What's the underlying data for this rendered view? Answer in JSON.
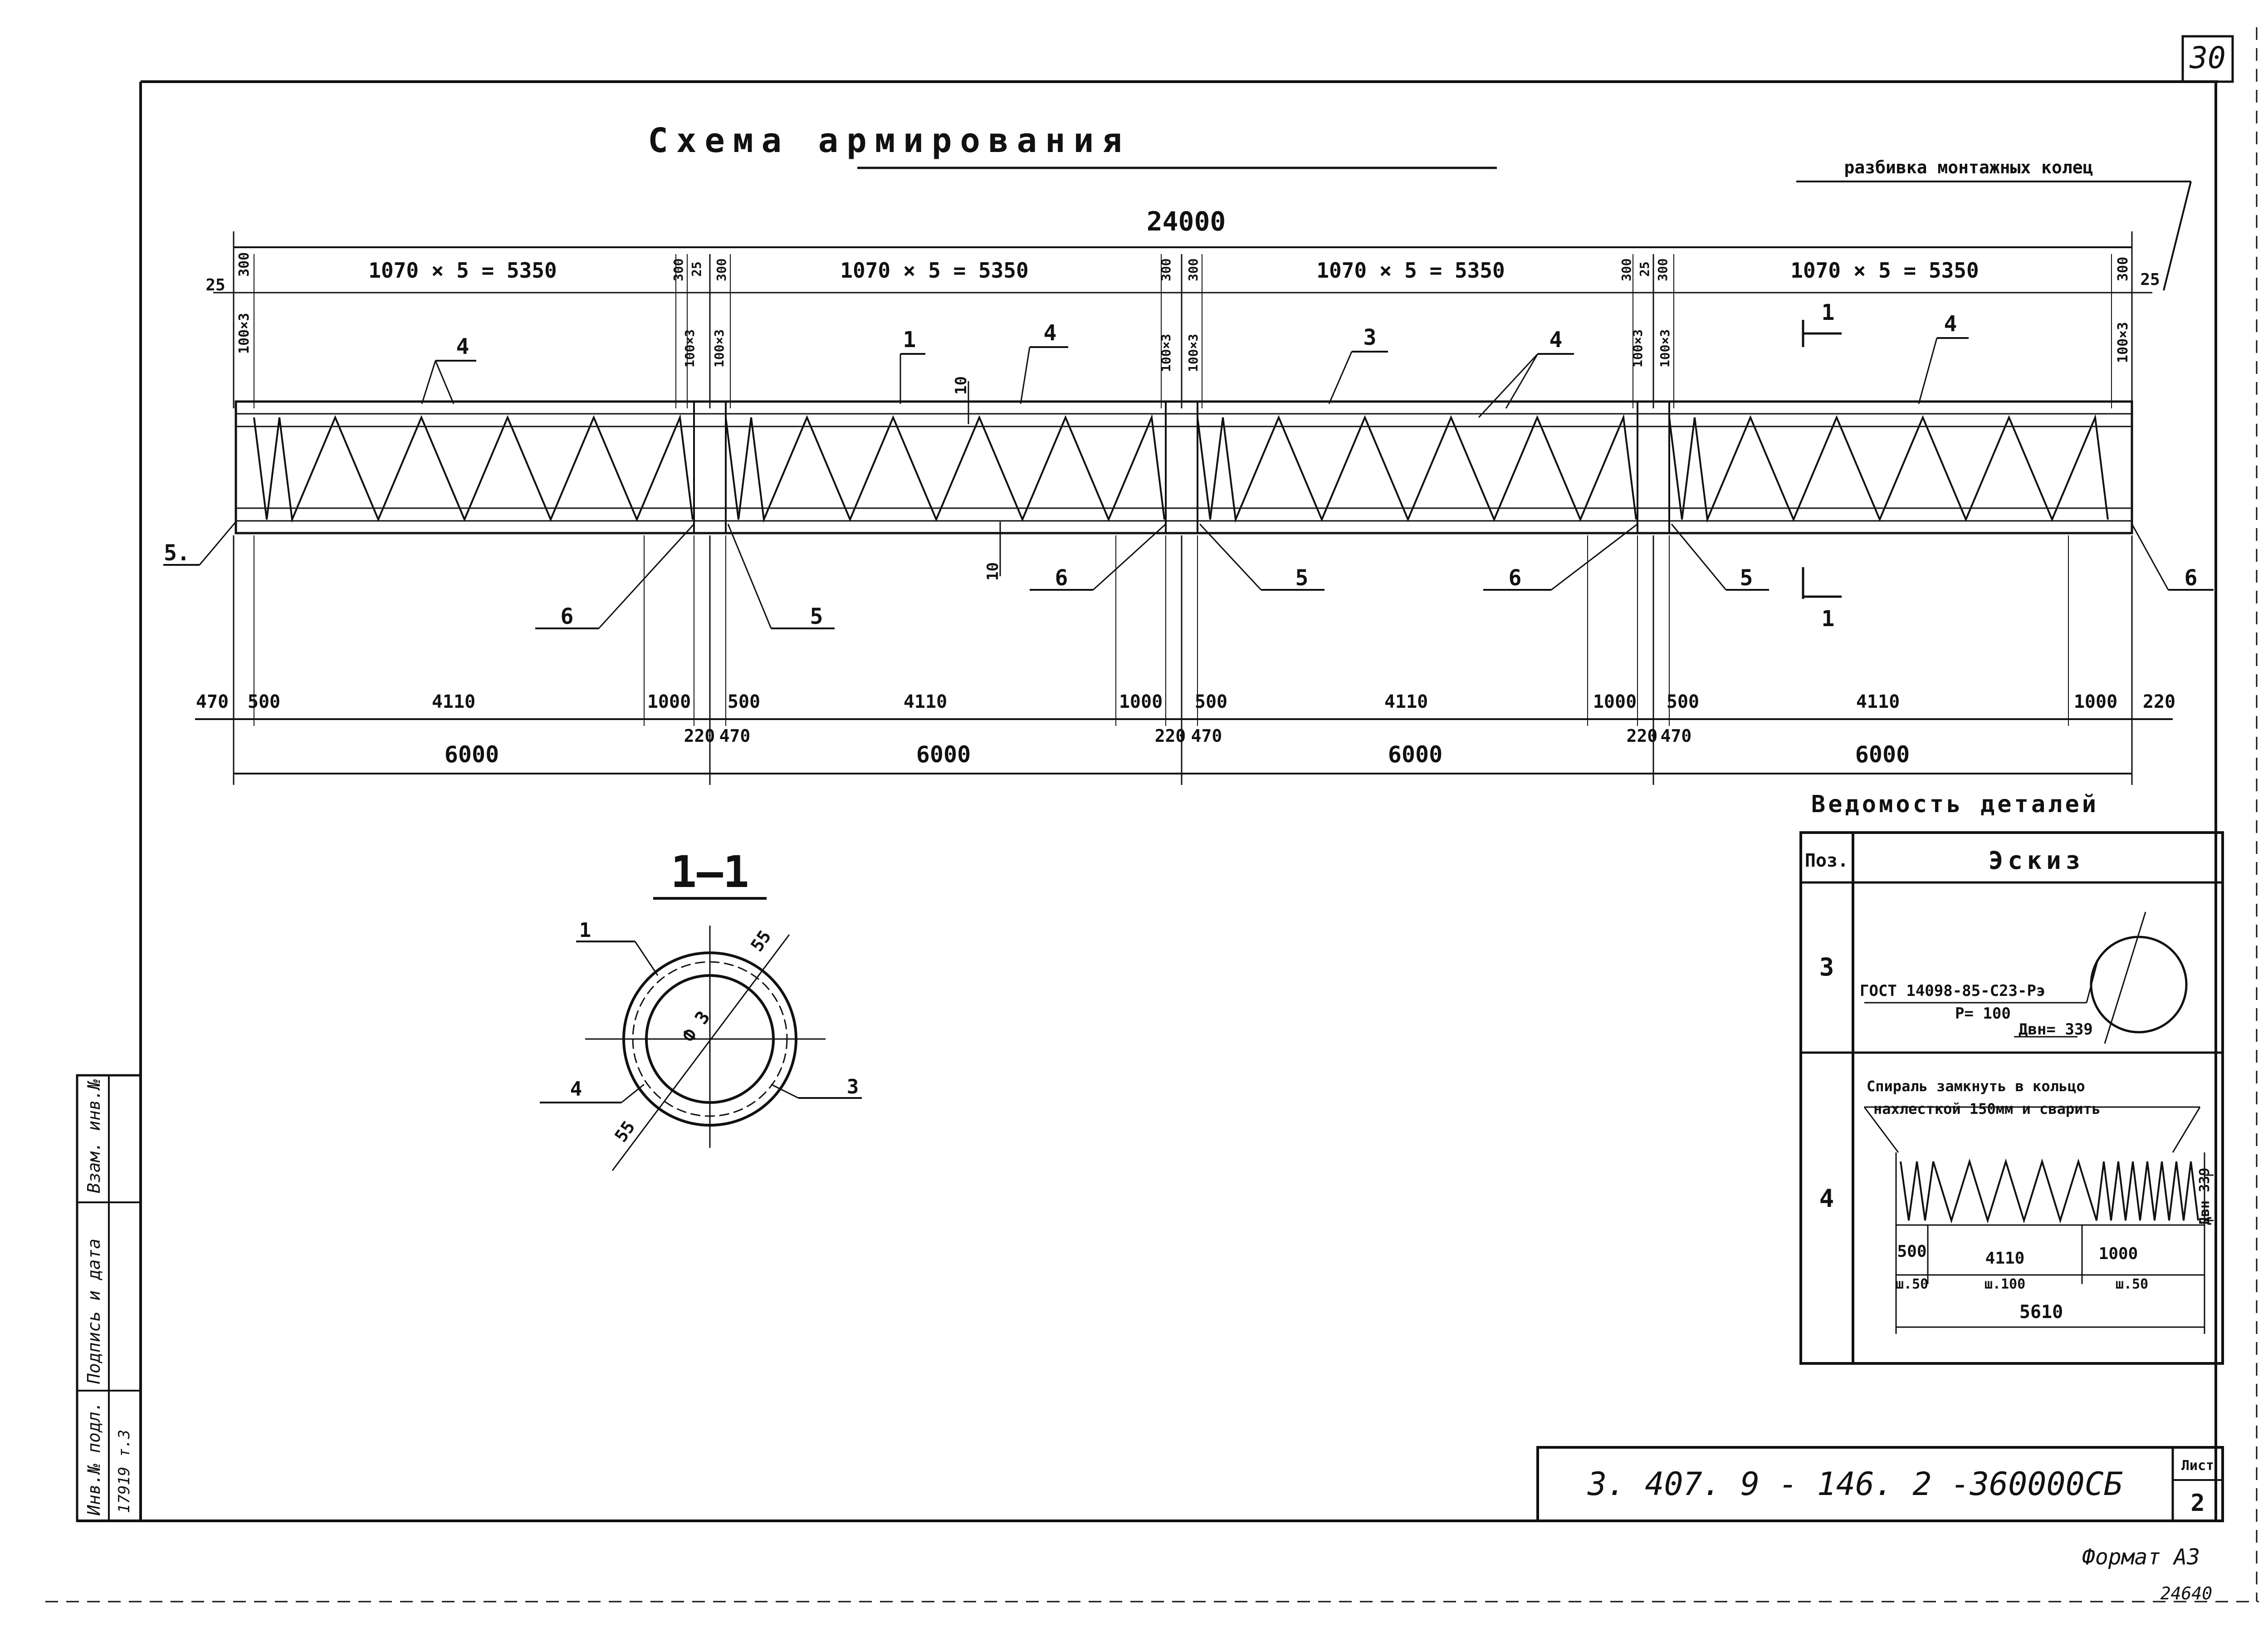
{
  "sheet": {
    "page_number": "30",
    "title": "Схема армирования",
    "ring_layout_label": "разбивка монтажных колец",
    "code": "3. 407. 9 - 146. 2 -360000СБ",
    "sheet_label": "Лист",
    "sheet_no": "2",
    "format": "Формат А3",
    "stamp_number": "24640"
  },
  "elevation": {
    "total_length": "24000",
    "end_left": "25",
    "end_right": "25",
    "spacing_label": "1070 × 5 = 5350",
    "pitch_300": "300",
    "pitch_small_a": "100×3",
    "pitch_small_b": "100×3",
    "joint_25": "25",
    "dim_470": "470",
    "dim_500": "500",
    "dim_4110": "4110",
    "dim_1000": "1000",
    "dim_220": "220",
    "segment": "6000",
    "dim_10": "10",
    "pos_1": "1",
    "pos_3": "3",
    "pos_4": "4",
    "pos_5": "5",
    "pos_6": "6",
    "cut_mark": "1",
    "pos_5_left": "5."
  },
  "section": {
    "title": "1—1",
    "dim_55": "55",
    "diameter": "Ф 3"
  },
  "parts_table": {
    "heading": "Ведомость деталей",
    "col_pos": "Поз.",
    "col_sketch": "Эскиз",
    "rows": [
      {
        "pos": "3",
        "gost": "ГОСТ 14098-85-С23-Рэ",
        "r": "Р= 100",
        "dvn": "Двн= 339"
      },
      {
        "pos": "4",
        "note_1": "Спираль замкнуть в кольцо",
        "note_2": "нахлесткой 150мм и сварить",
        "d_500": "500",
        "d_4110": "4110",
        "d_1000": "1000",
        "s_50a": "ш.50",
        "s_100": "ш.100",
        "s_50b": "ш.50",
        "total": "5610",
        "dvn": "Двн 339"
      }
    ]
  },
  "side_stamp": {
    "inv_podl": "Инв.№ подл.",
    "sign_date": "Подпись и дата",
    "vzam": "Взам. инв.№",
    "val": "17919 т.3"
  }
}
